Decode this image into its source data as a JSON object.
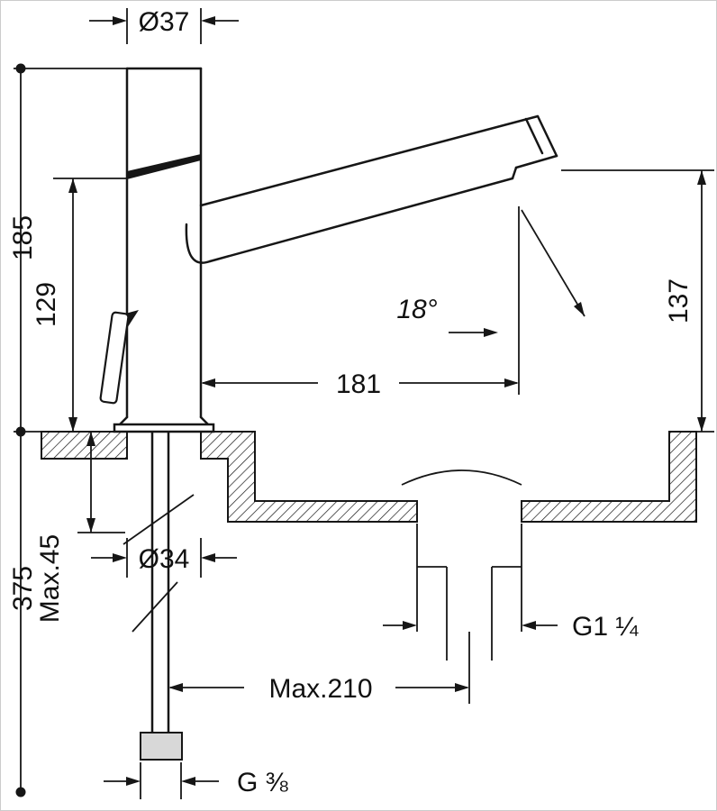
{
  "drawing": {
    "type": "faucet-installation-dimension-drawing",
    "background": "#ffffff",
    "line_color": "#161616",
    "labels": {
      "top_diameter": "Ø37",
      "total_height": "185",
      "body_height": "129",
      "angle": "18°",
      "reach": "181",
      "outlet_height": "137",
      "max_deck_thickness": "Max.45",
      "hole_diameter": "Ø34",
      "below_depth": "375",
      "max_drain_distance": "Max.210",
      "drain_thread": "G1 ¼",
      "supply_thread": "G ⅜"
    }
  }
}
